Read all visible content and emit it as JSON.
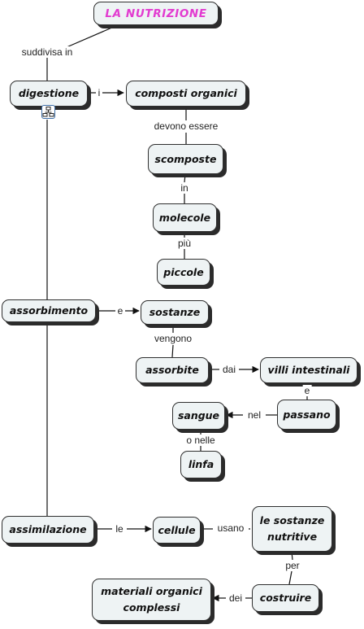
{
  "nodes": {
    "title": "LA NUTRIZIONE",
    "digestione": "digestione",
    "composti": "composti organici",
    "scomposte": "scomposte",
    "molecole": "molecole",
    "piccole": "piccole",
    "assorbimento": "assorbimento",
    "sostanze": "sostanze",
    "assorbite": "assorbite",
    "villi": "villi intestinali",
    "passano": "passano",
    "sangue": "sangue",
    "linfa": "linfa",
    "assimilazione": "assimilazione",
    "cellule": "cellule",
    "sostanze_nutritive": "le sostanze nutritive",
    "costruire": "costruire",
    "materiali": "materiali organici complessi"
  },
  "links": {
    "suddivisa": "suddivisa in",
    "i": "i",
    "devono": "devono essere",
    "in": "in",
    "piu": "più",
    "e1": "e",
    "vengono": "vengono",
    "dai": "dai",
    "e2": "e",
    "nel": "nel",
    "onelle": "o nelle",
    "le": "le",
    "usano": "usano",
    "per": "per",
    "dei": "dei"
  },
  "icons": {
    "submap": "submap-icon"
  }
}
